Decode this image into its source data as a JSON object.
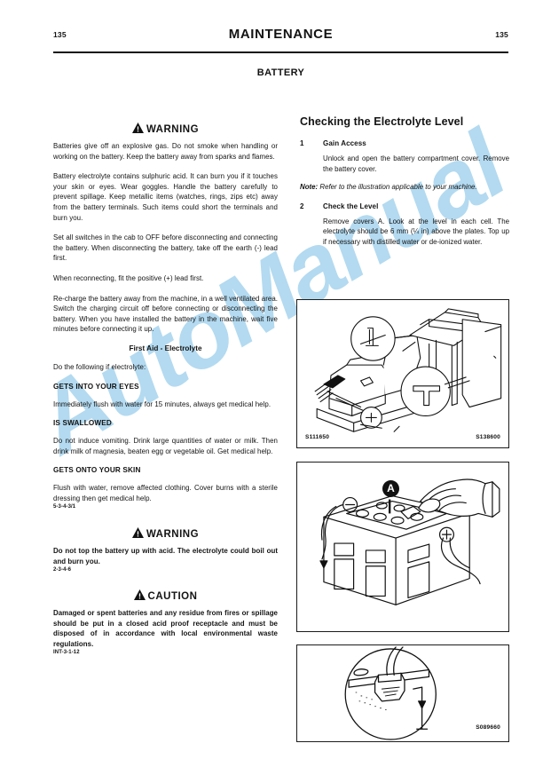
{
  "header": {
    "page_number_left": "135",
    "page_number_right": "135",
    "title": "MAINTENANCE",
    "section_title": "BATTERY"
  },
  "left_column": {
    "warning1": {
      "heading": "WARNING",
      "paragraphs": [
        "Batteries give off an explosive gas. Do not smoke when handling or working on the battery. Keep the battery away from sparks and flames.",
        "Battery electrolyte contains sulphuric acid. It can burn you if it touches your skin or eyes. Wear goggles. Handle the battery carefully to prevent spillage. Keep metallic items (watches, rings, zips etc) away from the battery terminals. Such items could short the terminals and burn you.",
        "Set all switches in the cab to OFF before disconnecting and connecting the battery. When disconnecting the battery, take off the earth (-) lead first.",
        "When reconnecting, fit the positive (+) lead first.",
        "Re-charge the battery away from the machine, in a well ventilated area. Switch the charging circuit off before connecting or disconnecting the battery. When you have installed the battery in the machine, wait five minutes before connecting it up."
      ]
    },
    "first_aid": {
      "heading": "First Aid - Electrolyte",
      "intro": "Do the following if electrolyte:",
      "eyes_head": "GETS INTO YOUR EYES",
      "eyes_text": "Immediately flush with water for 15 minutes, always get medical help.",
      "swallowed_head": "IS SWALLOWED",
      "swallowed_text": "Do not induce vomiting. Drink large quantities of water or milk. Then drink milk of magnesia, beaten egg or vegetable oil. Get medical help.",
      "skin_head": "GETS ONTO YOUR SKIN",
      "skin_text": "Flush with water, remove affected clothing. Cover burns with a sterile dressing then get medical help.",
      "ref_code": "5-3-4-3/1"
    },
    "warning2": {
      "heading": "WARNING",
      "text": "Do not top the battery up with acid. The electrolyte could boil out and burn you.",
      "ref_code": "2-3-4-6"
    },
    "caution": {
      "heading": "CAUTION",
      "text": "Damaged or spent batteries and any residue from fires or spillage should be put in a closed acid proof receptacle and must be disposed of in accordance with local environmental waste regulations.",
      "ref_code": "INT-3-1-12"
    }
  },
  "right_column": {
    "title": "Checking the Electrolyte Level",
    "steps": [
      {
        "number": "1",
        "title": "Gain Access",
        "text": "Unlock and open the battery compartment cover. Remove the battery cover."
      },
      {
        "number": "2",
        "title": "Check the Level",
        "text": "Remove covers A. Look at the level in each cell. The electrolyte should be 6 mm (¼ in) above the plates. Top up if necessary with distilled water or de-ionized water."
      }
    ],
    "note_label": "Note:",
    "note_text": " Refer to the illustration applicable to your machine."
  },
  "figures": [
    {
      "codes": [
        "S111650",
        "S138600"
      ]
    },
    {
      "callout": "A"
    },
    {
      "codes": [
        "S089660"
      ]
    }
  ],
  "watermark": {
    "text": "AutoManual",
    "color": "#a9d6ef"
  }
}
